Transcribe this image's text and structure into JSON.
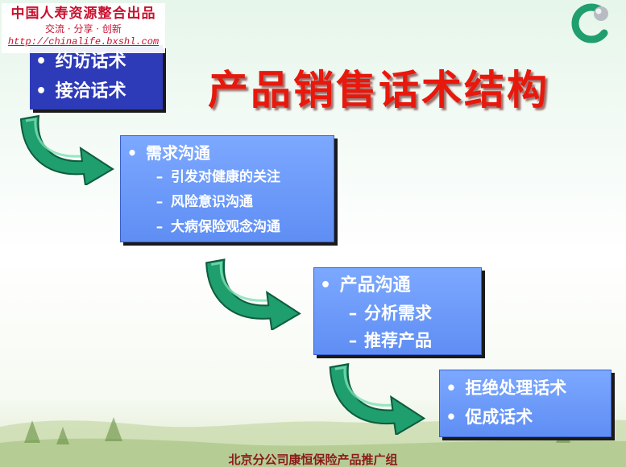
{
  "watermark": {
    "line1": "中国人寿资源整合出品",
    "line2": "交流 · 分享 · 创新",
    "line3": "http://chinalife.bxshl.com"
  },
  "title": "产品销售话术结构",
  "box1": {
    "items": [
      "约访话术",
      "接洽话术"
    ]
  },
  "box2": {
    "main": "需求沟通",
    "subs": [
      "引发对健康的关注",
      "风险意识沟通",
      "大病保险观念沟通"
    ]
  },
  "box3": {
    "main": "产品沟通",
    "subs": [
      "分析需求",
      "推荐产品"
    ]
  },
  "box4": {
    "items": [
      "拒绝处理话术",
      "促成话术"
    ]
  },
  "footer": "北京分公司康恒保险产品推广组",
  "symbols": {
    "bullet": "•",
    "dash": "–"
  },
  "colors": {
    "title": "#e8180c",
    "box_dark": "#2e3bb8",
    "box_light": "#6b97f8",
    "arrow": "#1f9e6e",
    "watermark": "#c8102e",
    "footer": "#8b1a1a"
  },
  "icons": [
    "company-logo-icon",
    "curved-arrow-icon"
  ]
}
